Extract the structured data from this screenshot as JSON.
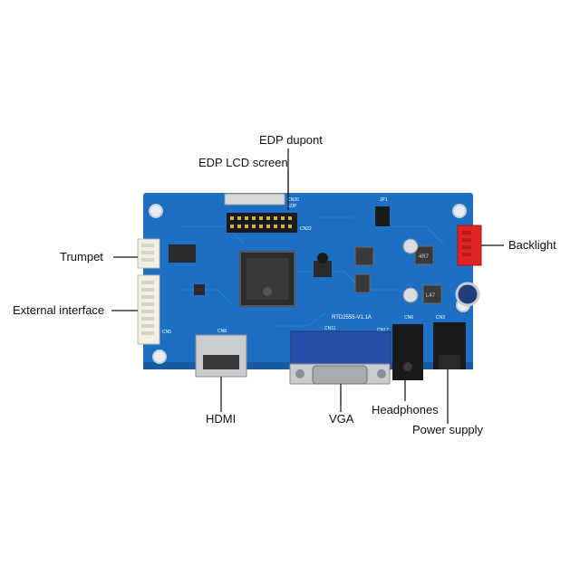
{
  "board": {
    "silkscreen_model": "RTD2555-V1.1A",
    "silkscreen_cn20": "CN20",
    "silkscreen_edp": "EDP",
    "silkscreen_cn22": "CN22",
    "silkscreen_cn11": "CN11",
    "silkscreen_cn12": "CN12",
    "silkscreen_cn6": "CN6",
    "silkscreen_cn3": "CN3",
    "silkscreen_cn8": "CN8",
    "silkscreen_cn5": "CN5",
    "silkscreen_jp1": "JP1",
    "inductor_mark": "4R7",
    "inductor_mark_2": "L47",
    "colors": {
      "pcb": "#1d6fc4",
      "pcb_dark": "#155aa3",
      "connector_white": "#f2efe6",
      "connector_red": "#e02424",
      "metal": "#c9ccd1",
      "chip": "#2b2b2b",
      "vga_blue": "#2a4fa8"
    }
  },
  "callouts": {
    "edp_dupont": "EDP dupont",
    "edp_lcd_screen": "EDP LCD screen",
    "trumpet": "Trumpet",
    "external_interface": "External interface",
    "backlight": "Backlight",
    "hdmi": "HDMI",
    "vga": "VGA",
    "headphones": "Headphones",
    "power_supply": "Power supply"
  }
}
